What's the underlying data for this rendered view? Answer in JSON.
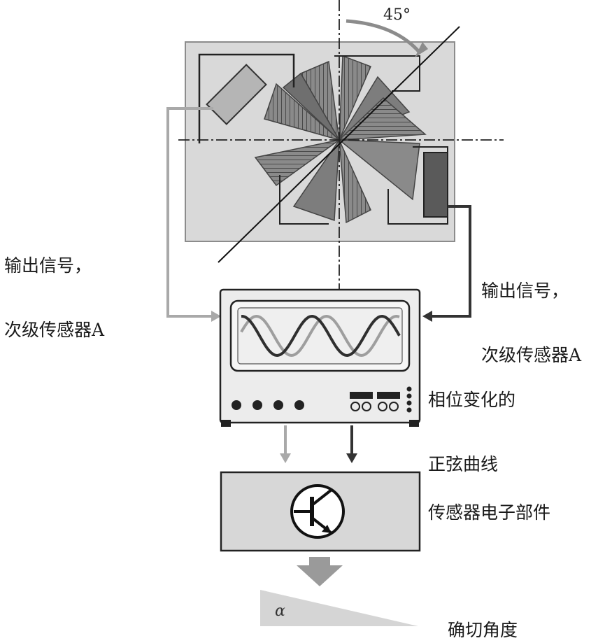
{
  "angle_label": "45°",
  "left_signal_label": {
    "line1": "输出信号，",
    "line2": "次级传感器A"
  },
  "right_signal_label": {
    "line1": "输出信号，",
    "line2": "次级传感器A"
  },
  "oscilloscope_label": {
    "line1": "相位变化的",
    "line2": "正弦曲线"
  },
  "electronics_label": "传感器电子部件",
  "result_label": "确切角度",
  "alpha_symbol": "α"
}
